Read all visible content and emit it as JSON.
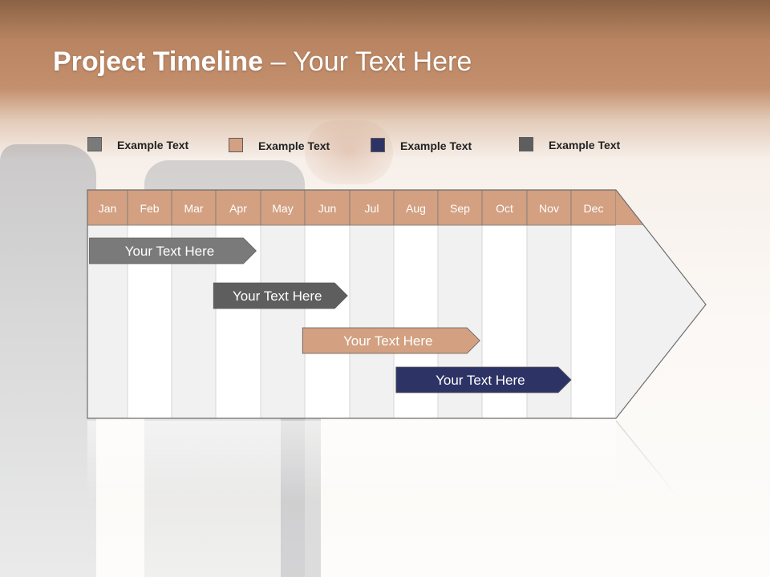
{
  "title": {
    "bold": "Project Timeline",
    "rest": " – Your Text Here"
  },
  "legend": [
    {
      "label": "Example Text",
      "color": "#7a7a7a"
    },
    {
      "label": "Example Text",
      "color": "#d3a081"
    },
    {
      "label": "Example Text",
      "color": "#2e3366"
    },
    {
      "label": "Example Text",
      "color": "#5e5e5e"
    }
  ],
  "timeline": {
    "months": [
      "Jan",
      "Feb",
      "Mar",
      "Apr",
      "May",
      "Jun",
      "Jul",
      "Aug",
      "Sep",
      "Oct",
      "Nov",
      "Dec"
    ],
    "header_color": "#d3a081",
    "tasks": [
      {
        "label": "Your  Text Here",
        "start_month": 1.05,
        "end_month": 4.9,
        "color": "#7a7a7a"
      },
      {
        "label": "Your  Text Here",
        "start_month": 3.95,
        "end_month": 6.95,
        "color": "#5e5e5e"
      },
      {
        "label": "Your  Text Here",
        "start_month": 5.95,
        "end_month": 9.95,
        "color": "#d3a081"
      },
      {
        "label": "Your  Text Here",
        "start_month": 8.05,
        "end_month": 12.0,
        "color": "#2e3366"
      }
    ]
  }
}
